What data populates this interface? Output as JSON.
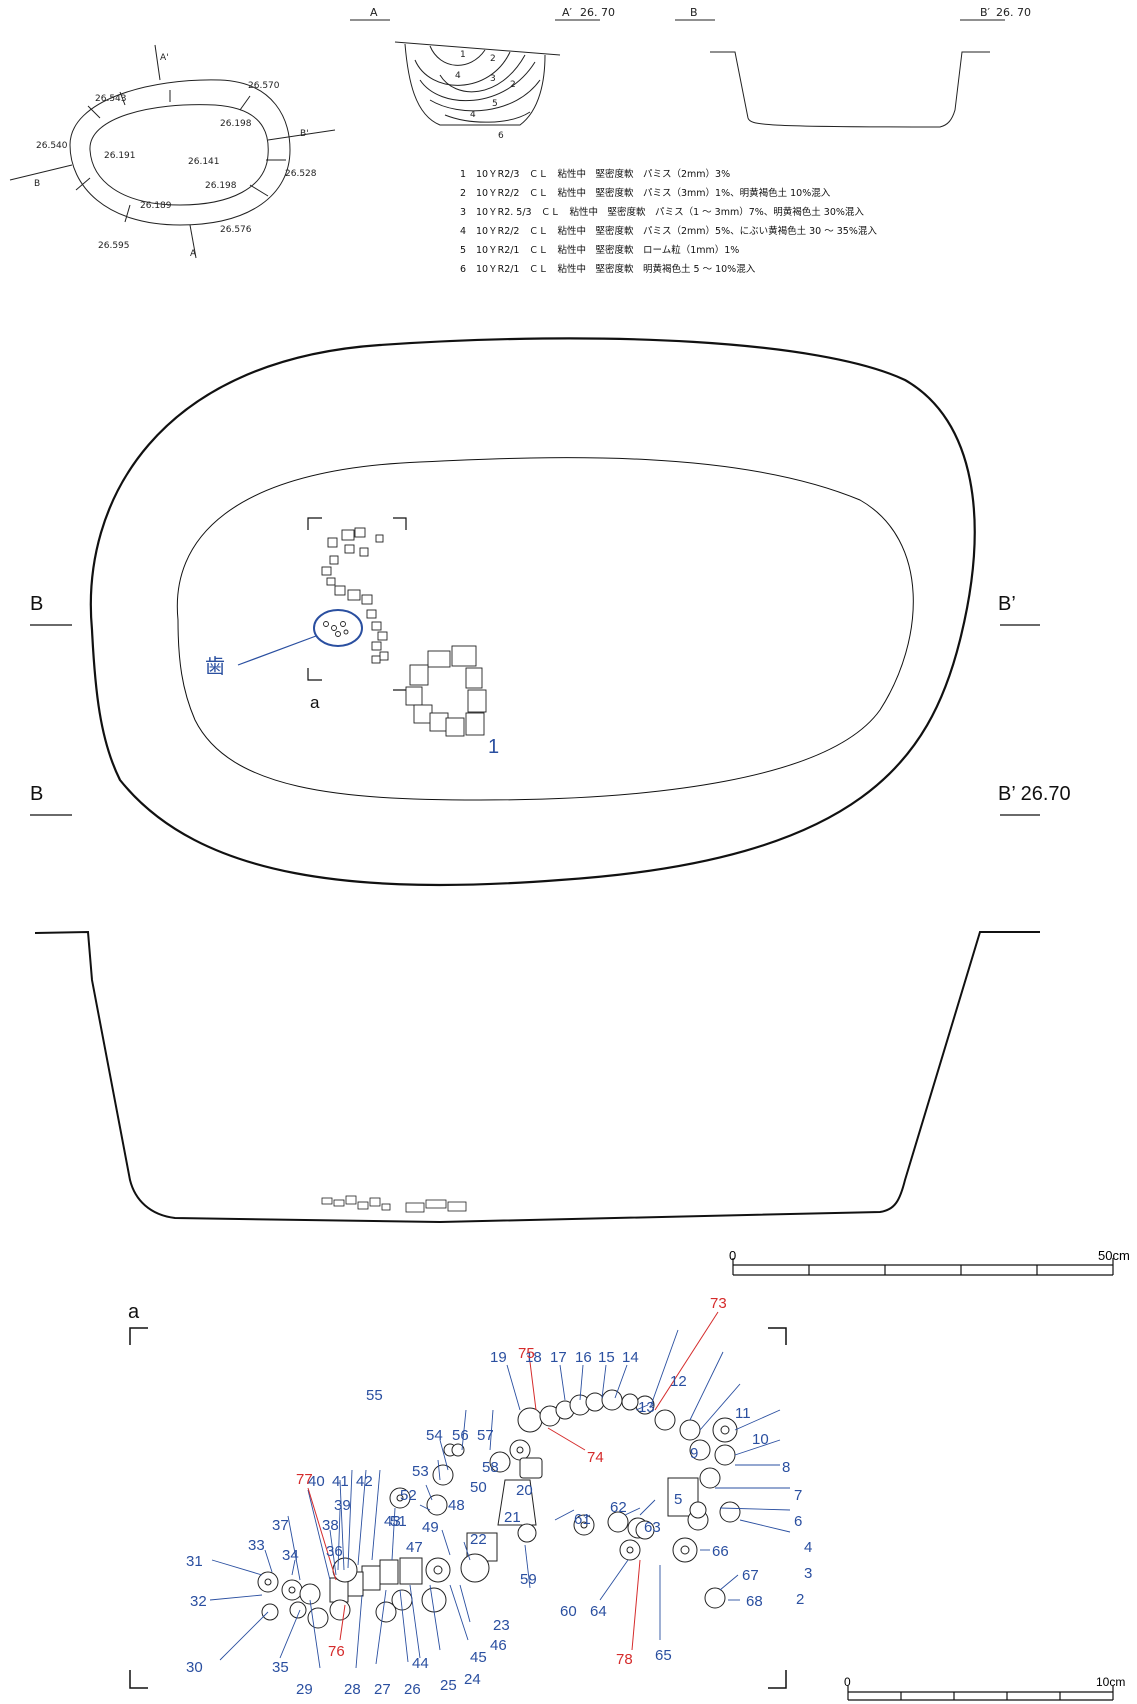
{
  "top_plan": {
    "elevations": [
      "26.543",
      "26.570",
      "26.198",
      "26.540",
      "26.191",
      "26.141",
      "26.528",
      "26.198",
      "26.189",
      "26.576",
      "26.595"
    ],
    "labels": {
      "a": "A",
      "a_prime": "A'",
      "b": "B",
      "b_prime": "B'"
    }
  },
  "section_a": {
    "left": "A",
    "right": "A′",
    "right_elev": "26. 70",
    "layers": [
      "1",
      "2",
      "3",
      "2",
      "4",
      "4",
      "5",
      "6"
    ]
  },
  "section_b": {
    "left": "B",
    "right": "B′",
    "right_elev": "26. 70"
  },
  "legend": [
    {
      "no": "1",
      "text": "10ＹR2/3　ＣＬ　粘性中　堅密度軟　パミス（2mm）3%"
    },
    {
      "no": "2",
      "text": "10ＹR2/2　ＣＬ　粘性中　堅密度軟　パミス（3mm）1%、明黄褐色土 10%混入"
    },
    {
      "no": "3",
      "text": "10ＹR2. 5/3　ＣＬ　粘性中　堅密度軟　パミス（1 ～ 3mm）7%、明黄褐色土 30%混入"
    },
    {
      "no": "4",
      "text": "10ＹR2/2　ＣＬ　粘性中　堅密度軟　パミス（2mm）5%、にぶい黄褐色土 30 ～ 35%混入"
    },
    {
      "no": "5",
      "text": "10ＹR2/1　ＣＬ　粘性中　堅密度軟　ローム粒（1mm）1%"
    },
    {
      "no": "6",
      "text": "10ＹR2/1　ＣＬ　粘性中　堅密度軟　明黄褐色土 5 ～ 10%混入"
    }
  ],
  "main_plan": {
    "b_left": "B",
    "b_right": "B’",
    "tooth": "歯",
    "region": "a",
    "cluster": "1",
    "b2_left": "B",
    "b2_right": "B’ 26.70"
  },
  "scale1": {
    "zero": "0",
    "end": "50cm"
  },
  "detail": {
    "title": "a",
    "blue": [
      "19",
      "18",
      "17",
      "16",
      "15",
      "14",
      "12",
      "13",
      "11",
      "10",
      "8",
      "7",
      "6",
      "4",
      "3",
      "2",
      "55",
      "54",
      "56",
      "57",
      "53",
      "52",
      "51",
      "58",
      "20",
      "21",
      "59",
      "40",
      "41",
      "42",
      "39",
      "38",
      "37",
      "36",
      "43",
      "49",
      "48",
      "50",
      "47",
      "22",
      "23",
      "46",
      "45",
      "44",
      "24",
      "25",
      "26",
      "27",
      "28",
      "29",
      "35",
      "30",
      "31",
      "33",
      "34",
      "32",
      "61",
      "62",
      "63",
      "5",
      "9",
      "60",
      "64",
      "65",
      "66",
      "67",
      "68"
    ],
    "red": [
      "73",
      "75",
      "74",
      "77",
      "76",
      "78"
    ]
  },
  "scale2": {
    "zero": "0",
    "end": "10cm"
  },
  "colors": {
    "blue": "#2a4fa0",
    "red": "#d52b2b"
  }
}
